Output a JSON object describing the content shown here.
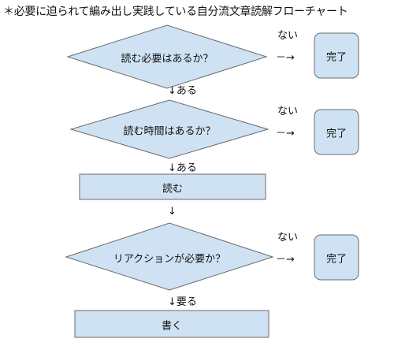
{
  "title": "＊必要に迫られて編み出し実践している自分流文章読解フローチャート",
  "nodes": {
    "decision1": "読む必要はあるか？",
    "decision2": "読む時間はあるか？",
    "decision3": "リアクションが必要か？",
    "process_read": "読む",
    "process_write": "書く",
    "done1": "完了",
    "done2": "完了",
    "done3": "完了"
  },
  "edges": {
    "no1": "ない",
    "no2": "ない",
    "no3": "ない",
    "arrow1": "－→",
    "arrow2": "－→",
    "arrow3": "－→",
    "yes1": "↓ある",
    "yes2": "↓ある",
    "plain_down": "↓",
    "need": "↓要る"
  },
  "colors": {
    "node_fill": "#cfe2f3",
    "node_stroke": "#6b6b6b"
  }
}
